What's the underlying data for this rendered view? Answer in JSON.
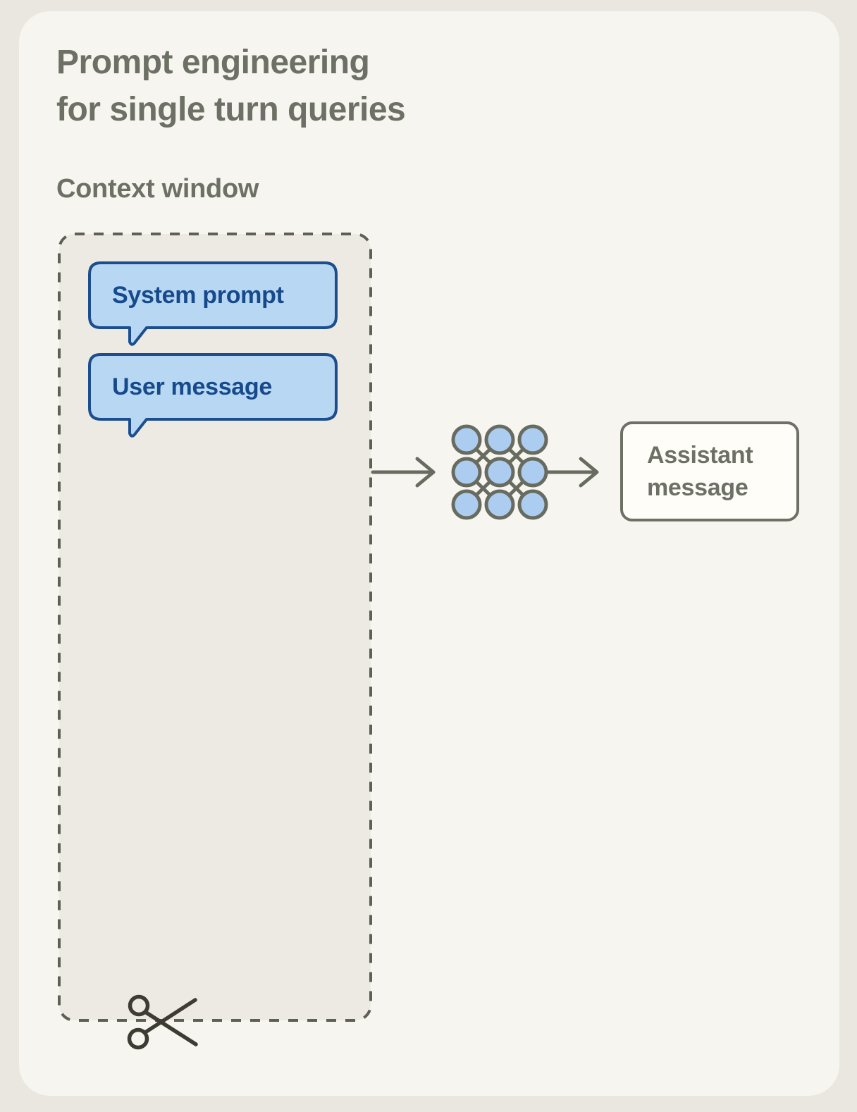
{
  "title": {
    "line1": "Prompt engineering",
    "line2": "for single turn queries"
  },
  "context_window": {
    "label": "Context window"
  },
  "messages": {
    "system_prompt": "System prompt",
    "user_message": "User message",
    "assistant_message": "Assistant message"
  },
  "icons": {
    "model": "neural-network-icon",
    "cut": "scissors-icon",
    "flow": [
      "flow-arrow-input",
      "flow-arrow-output"
    ]
  },
  "colors": {
    "page_bg": "#eae7e0",
    "card_bg": "#f7f5ef",
    "context_box_bg": "#edeae3",
    "dash_border": "#5d6053",
    "bubble_fill": "#b8d7f3",
    "bubble_border": "#1c4e8e",
    "bubble_text": "#174a8b",
    "node_fill": "#accdf0",
    "line_gray": "#686c60",
    "text_gray": "#6d7165",
    "output_box_bg": "#fffdf8",
    "scissors": "#3e3b33"
  }
}
